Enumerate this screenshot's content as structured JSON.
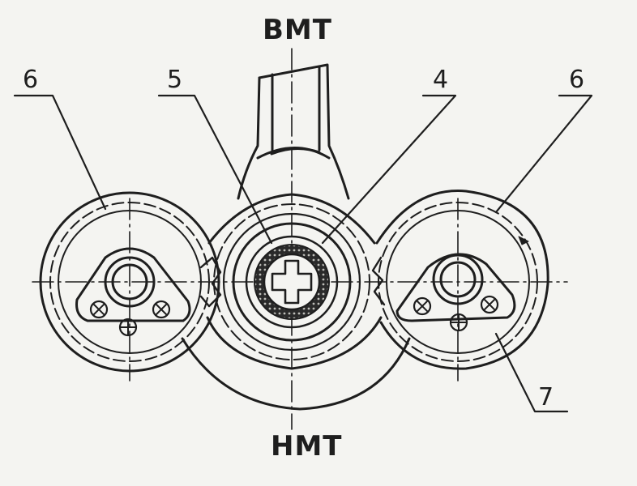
{
  "diagram": {
    "top_label": "BMT",
    "bottom_label": "HMT",
    "callouts": {
      "left_gear": "6",
      "crank_gear": "5",
      "crank_journal": "4",
      "right_gear": "6",
      "counterweight": "7"
    }
  },
  "colors": {
    "ink": "#1e1e1e",
    "paper": "#f4f4f1"
  }
}
